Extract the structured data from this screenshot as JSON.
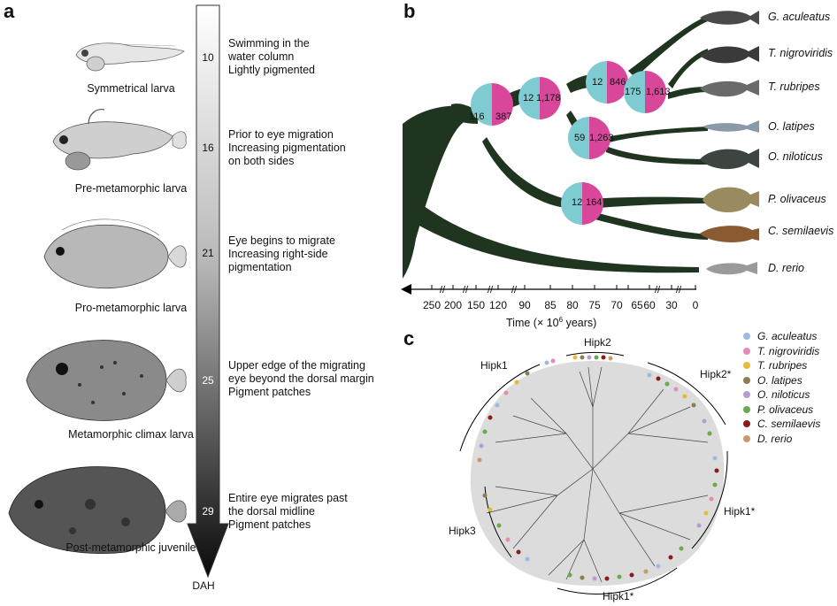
{
  "panels": {
    "a": "a",
    "b": "b",
    "c": "c"
  },
  "panel_a": {
    "axis_unit": "DAH",
    "stages": [
      {
        "dah": "10",
        "name": "Symmetrical larva",
        "desc": [
          "Swimming in the",
          "water column",
          "Lightly pigmented"
        ]
      },
      {
        "dah": "16",
        "name": "Pre-metamorphic larva",
        "desc": [
          "Prior to eye migration",
          "Increasing pigmentation",
          "on both sides"
        ]
      },
      {
        "dah": "21",
        "name": "Pro-metamorphic larva",
        "desc": [
          "Eye begins to migrate",
          "Increasing right-side",
          "pigmentation"
        ]
      },
      {
        "dah": "25",
        "name": "Metamorphic climax larva",
        "desc": [
          "Upper edge of the migrating",
          "eye beyond the dorsal margin",
          "Pigment patches"
        ]
      },
      {
        "dah": "29",
        "name": "Post-metamorphic juvenile",
        "desc": [
          "Entire eye migrates past",
          "the dorsal midline",
          "Pigment patches"
        ]
      }
    ]
  },
  "panel_b": {
    "species": [
      "G. aculeatus",
      "T. nigroviridis",
      "T. rubripes",
      "O. latipes",
      "O. niloticus",
      "P. olivaceus",
      "C. semilaevis",
      "D. rerio"
    ],
    "nodes": [
      {
        "left": "116",
        "right": "387"
      },
      {
        "left": "12",
        "right": "1,178"
      },
      {
        "left": "12",
        "right": "846"
      },
      {
        "left": "175",
        "right": "1,613"
      },
      {
        "left": "59",
        "right": "1,263"
      },
      {
        "left": "12",
        "right": "164"
      }
    ],
    "axis_ticks": [
      "250",
      "200",
      "150",
      "120",
      "90",
      "85",
      "80",
      "75",
      "70",
      "65",
      "60",
      "30",
      "0"
    ],
    "axis_label_prefix": "Time (× 10",
    "axis_label_exp": "6",
    "axis_label_suffix": " years)"
  },
  "panel_c": {
    "clades": [
      "Hipk2",
      "Hipk1",
      "Hipk2*",
      "Hipk1*",
      "Hipk3",
      "Hipk1*"
    ],
    "legend": [
      {
        "name": "G. aculeatus",
        "color": "#9dbbe0"
      },
      {
        "name": "T. nigroviridis",
        "color": "#e68ab8"
      },
      {
        "name": "T. rubripes",
        "color": "#e8b83a"
      },
      {
        "name": "O. latipes",
        "color": "#8c7c52"
      },
      {
        "name": "O. niloticus",
        "color": "#b79bd3"
      },
      {
        "name": "P. olivaceus",
        "color": "#6aaa4a"
      },
      {
        "name": "C. semilaevis",
        "color": "#8b1a1a"
      },
      {
        "name": "D. rerio",
        "color": "#c79a6b"
      }
    ]
  },
  "colors": {
    "pie_left": "#7ecbd1",
    "pie_right": "#d9479a",
    "tree": "#1f3520"
  }
}
